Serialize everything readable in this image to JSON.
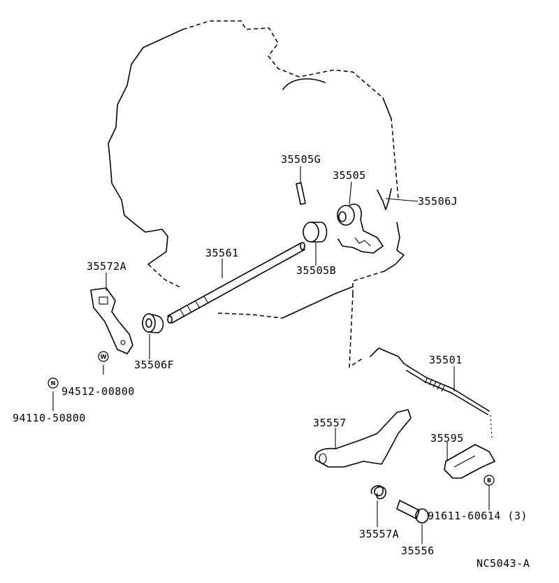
{
  "labels": {
    "p35505G": "35505G",
    "p35505": "35505",
    "p35506J": "35506J",
    "p35561": "35561",
    "p35505B": "35505B",
    "p35572A": "35572A",
    "p35506F": "35506F",
    "p94512": "94512-00800",
    "p94110": "94110-50800",
    "p35501": "35501",
    "p35557": "35557",
    "p35595": "35595",
    "p91611": "91611-60614 (3)",
    "p35557A": "35557A",
    "p35556": "35556",
    "diagram_code": "NC5043-A"
  },
  "badges": {
    "washer": "W",
    "nut": "N",
    "bolt": "B"
  }
}
